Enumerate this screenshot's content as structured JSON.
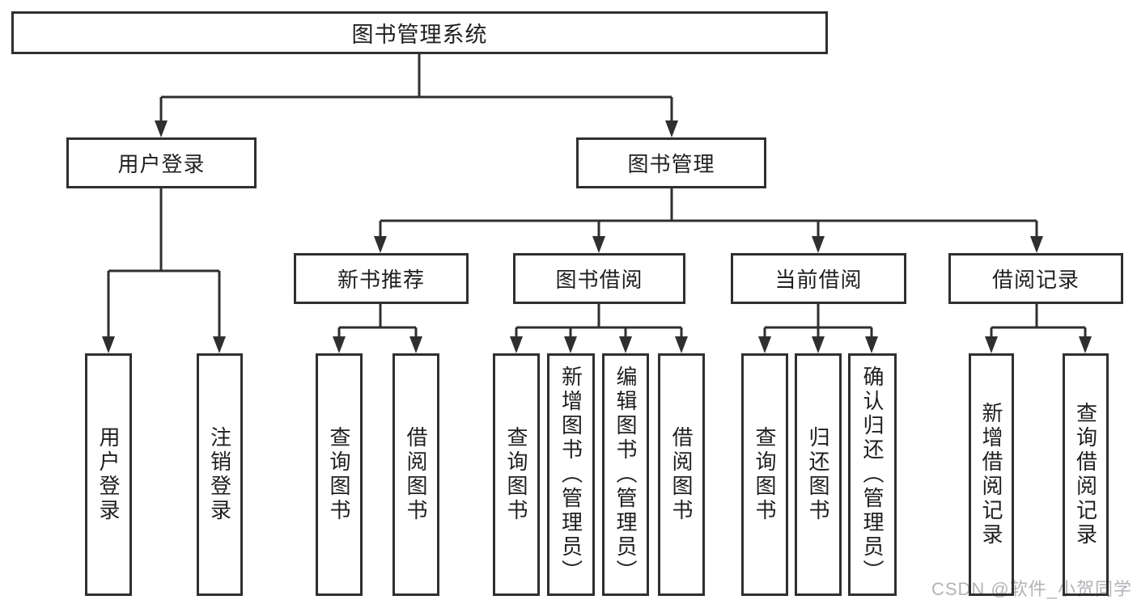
{
  "title": "图书管理系统",
  "hierarchy": {
    "root": {
      "label": "图书管理系统",
      "children": [
        {
          "label": "用户登录",
          "children": [
            {
              "label": "用户登录"
            },
            {
              "label": "注销登录"
            }
          ]
        },
        {
          "label": "图书管理",
          "children": [
            {
              "label": "新书推荐",
              "children": [
                {
                  "label": "查询图书"
                },
                {
                  "label": "借阅图书"
                }
              ]
            },
            {
              "label": "图书借阅",
              "children": [
                {
                  "label": "查询图书"
                },
                {
                  "label": "新增图书（管理员）"
                },
                {
                  "label": "编辑图书（管理员）"
                },
                {
                  "label": "借阅图书"
                }
              ]
            },
            {
              "label": "当前借阅",
              "children": [
                {
                  "label": "查询图书"
                },
                {
                  "label": "归还图书"
                },
                {
                  "label": "确认归还（管理员）"
                }
              ]
            },
            {
              "label": "借阅记录",
              "children": [
                {
                  "label": "新增借阅记录"
                },
                {
                  "label": "查询借阅记录"
                }
              ]
            }
          ]
        }
      ]
    }
  },
  "watermark": "CSDN @软件_小贺同学",
  "colors": {
    "line": "#2f2f2f",
    "text": "#1f1f1f",
    "watermark": "#b3b3b8",
    "background": "#ffffff"
  }
}
